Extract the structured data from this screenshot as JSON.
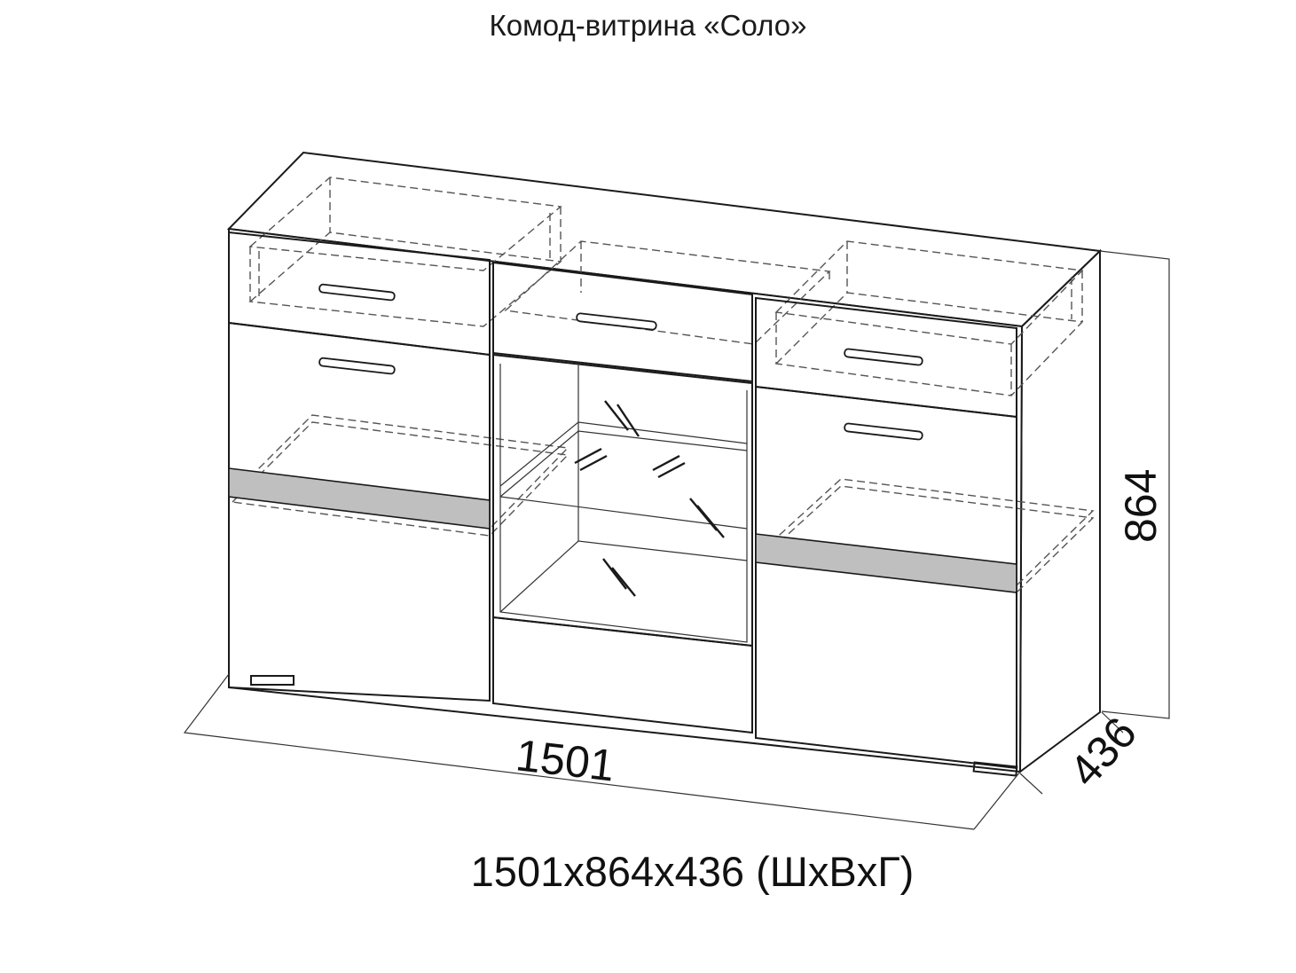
{
  "title": "Комод-витрина «Соло»",
  "dimensions": {
    "width": "1501",
    "height": "864",
    "depth": "436"
  },
  "summary": "1501x864x436 (ШxВxГ)"
}
